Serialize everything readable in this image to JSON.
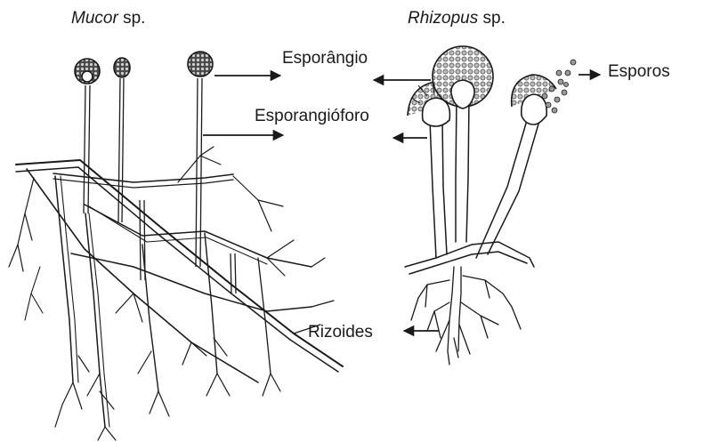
{
  "titles": {
    "mucor_genus": "Mucor",
    "mucor_suffix": " sp.",
    "rhizopus_genus": "Rhizopus",
    "rhizopus_suffix": " sp."
  },
  "labels": {
    "sporangium": "Esporângio",
    "sporangiophore": "Esporangióforo",
    "spores": "Esporos",
    "rhizoids": "Rizoides"
  },
  "colors": {
    "ink": "#1a1a1a",
    "fill": "#ffffff",
    "shade": "#9a9a9a"
  }
}
